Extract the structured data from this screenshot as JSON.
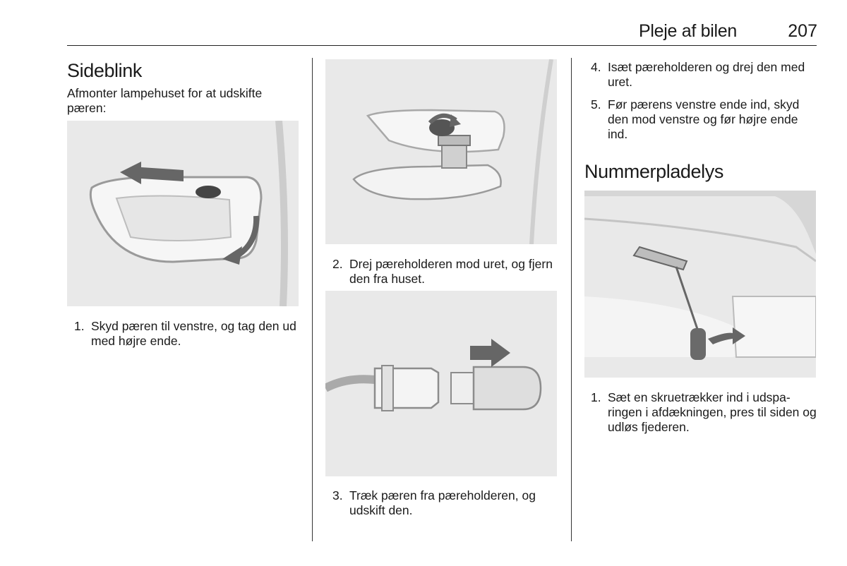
{
  "header": {
    "section": "Pleje af bilen",
    "page_number": "207"
  },
  "left_column": {
    "heading": "Sideblink",
    "intro": "Afmonter lampehuset for at udskifte pæren:",
    "step1": {
      "number": "1.",
      "text": "Skyd pæren til venstre, og tag den ud med højre ende."
    }
  },
  "middle_column": {
    "step2": {
      "number": "2.",
      "text": "Drej pæreholderen mod uret, og fjern den fra huset."
    },
    "step3": {
      "number": "3.",
      "text": "Træk pæren fra pæreholderen, og udskift den."
    }
  },
  "right_column": {
    "step4": {
      "number": "4.",
      "text": "Isæt pæreholderen og drej den med uret."
    },
    "step5": {
      "number": "5.",
      "text": "Før pærens venstre ende ind, skyd den mod venstre og før højre ende ind."
    },
    "heading": "Nummerpladelys",
    "np_step1": {
      "number": "1.",
      "text": "Sæt en skruetrækker ind i udspa­ringen i afdækningen, pres til si­den og udløs fjederen."
    }
  },
  "colors": {
    "figure_background": "#e9e9e9",
    "arrow": "#666666",
    "rule": "#222222"
  }
}
